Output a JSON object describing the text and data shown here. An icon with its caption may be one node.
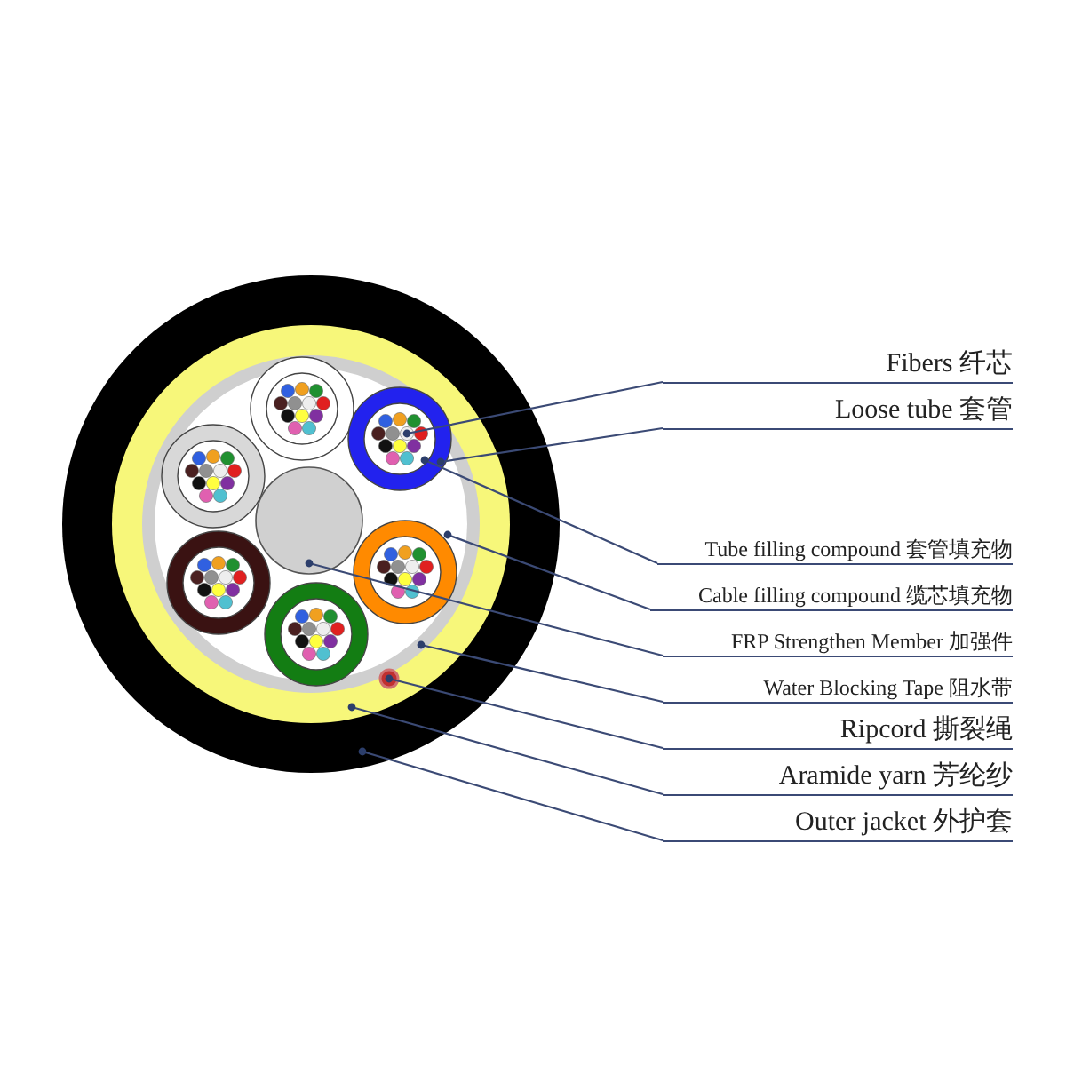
{
  "diagram": {
    "nodes": [
      {
        "text": [
          "Fibers 纤芯"
        ]
      },
      {
        "text": [
          "Loose tube 套管"
        ]
      },
      {
        "text": [
          "Tube filling compound 套管填充物"
        ]
      },
      {
        "text": [
          "Cable filling compound 缆芯填充物"
        ]
      },
      {
        "text": [
          "FRP Strengthen Member 加强件"
        ]
      },
      {
        "text": [
          "Water Blocking Tape 阻水带"
        ]
      },
      {
        "text": [
          "Ripcord 撕裂绳"
        ]
      },
      {
        "text": [
          "Aramide yarn 芳纶纱"
        ]
      },
      {
        "text": [
          "Outer jacket 外护套"
        ]
      },
      {
        "text": [],
        "shape": "circle"
      },
      {
        "text": [],
        "shape": "circle",
        "in": 9
      },
      {
        "text": [],
        "shape": "circle",
        "in": 10
      },
      {
        "text": [],
        "shape": "circle",
        "in": 11
      },
      {
        "text": [],
        "shape": "circle",
        "in": 12
      },
      {
        "text": [],
        "shape": "circle",
        "in": 12
      },
      {
        "text": [],
        "shape": "circle",
        "in": 14
      },
      {
        "text": [],
        "shape": "circle",
        "in": 15
      },
      {
        "text": [],
        "shape": "circle",
        "in": 10
      }
    ],
    "edges": [
      {
        "from": 0,
        "to": 16,
        "arrow": "other"
      },
      {
        "from": 1,
        "to": 14,
        "arrow": "other"
      },
      {
        "from": 2,
        "to": 15,
        "arrow": "other"
      },
      {
        "from": 3,
        "to": 12,
        "arrow": "other"
      },
      {
        "from": 4,
        "to": 13,
        "arrow": "other"
      },
      {
        "from": 5,
        "to": 11,
        "arrow": "other"
      },
      {
        "from": 6,
        "to": 17,
        "arrow": "other"
      },
      {
        "from": 7,
        "to": 10,
        "arrow": "other"
      },
      {
        "from": 8,
        "to": 9,
        "arrow": "other"
      }
    ]
  }
}
